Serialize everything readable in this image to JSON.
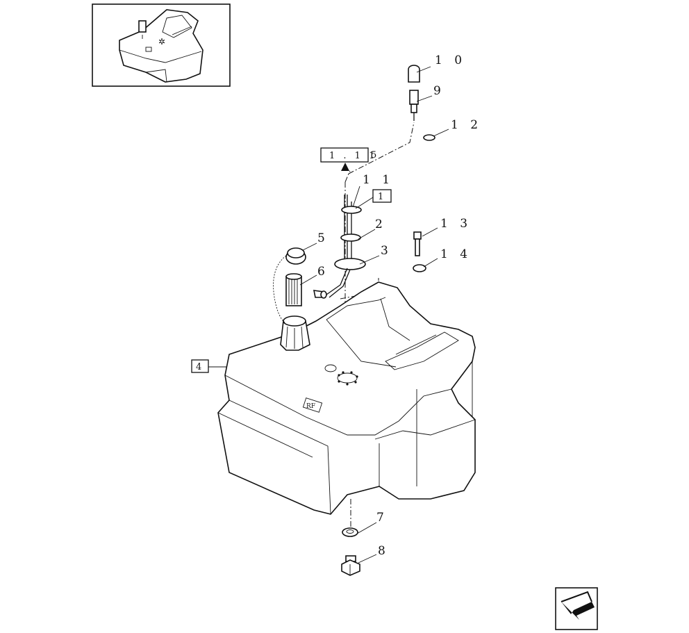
{
  "diagram": {
    "callouts": {
      "c1": "1",
      "c2": "2",
      "c3": "3",
      "c4": "4",
      "c5": "5",
      "c6": "6",
      "c7": "7",
      "c8": "8",
      "c9": "9",
      "c10": "1 0",
      "c11": "1 1",
      "c12": "1 2",
      "c13": "1 3",
      "c14": "1 4"
    },
    "reference_box": "1 . 1 1",
    "reference_suffix": "5"
  },
  "icons": {
    "nav_arrow": "next-page-arrow-icon",
    "thumbnail": "fuel-tank-thumbnail-icon"
  }
}
